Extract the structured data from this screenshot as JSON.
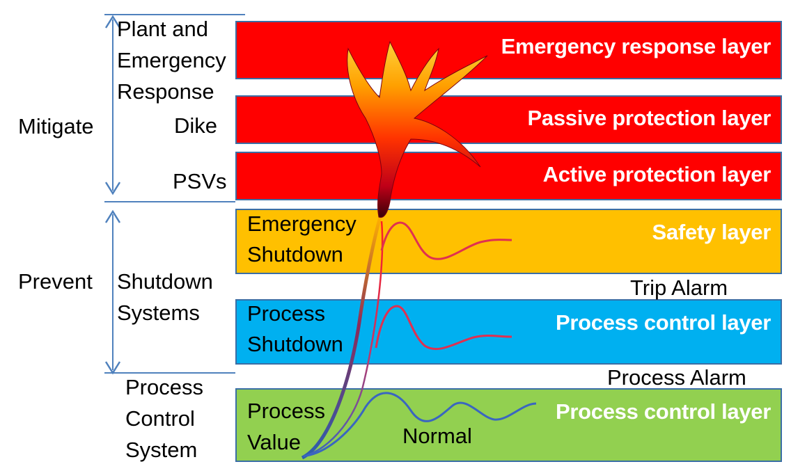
{
  "groups": {
    "mitigate": "Mitigate",
    "prevent": "Prevent"
  },
  "left_labels": {
    "plant_line1": "Plant and",
    "plant_line2": "Emergency",
    "plant_line3": "Response",
    "dike": "Dike",
    "psvs": "PSVs",
    "shutdown_line1": "Shutdown",
    "shutdown_line2": "Systems",
    "pcs_line1": "Process",
    "pcs_line2": "Control",
    "pcs_line3": "System"
  },
  "layers": {
    "emergency_response": {
      "title": "Emergency response layer",
      "color": "#ff0000"
    },
    "passive_protection": {
      "title": "Passive protection layer",
      "color": "#ff0000"
    },
    "active_protection": {
      "title": "Active protection layer",
      "color": "#ff0000"
    },
    "safety": {
      "title": "Safety layer",
      "color": "#ffc000",
      "inner_line1": "Emergency",
      "inner_line2": "Shutdown"
    },
    "process_control_1": {
      "title": "Process control layer",
      "color": "#00b0f0",
      "inner_line1": "Process",
      "inner_line2": "Shutdown"
    },
    "process_control_2": {
      "title": "Process control layer",
      "color": "#92d050",
      "inner_line1": "Process",
      "inner_line2": "Value"
    }
  },
  "alarms": {
    "trip": "Trip Alarm",
    "process": "Process Alarm"
  },
  "curve_labels": {
    "normal": "Normal"
  }
}
